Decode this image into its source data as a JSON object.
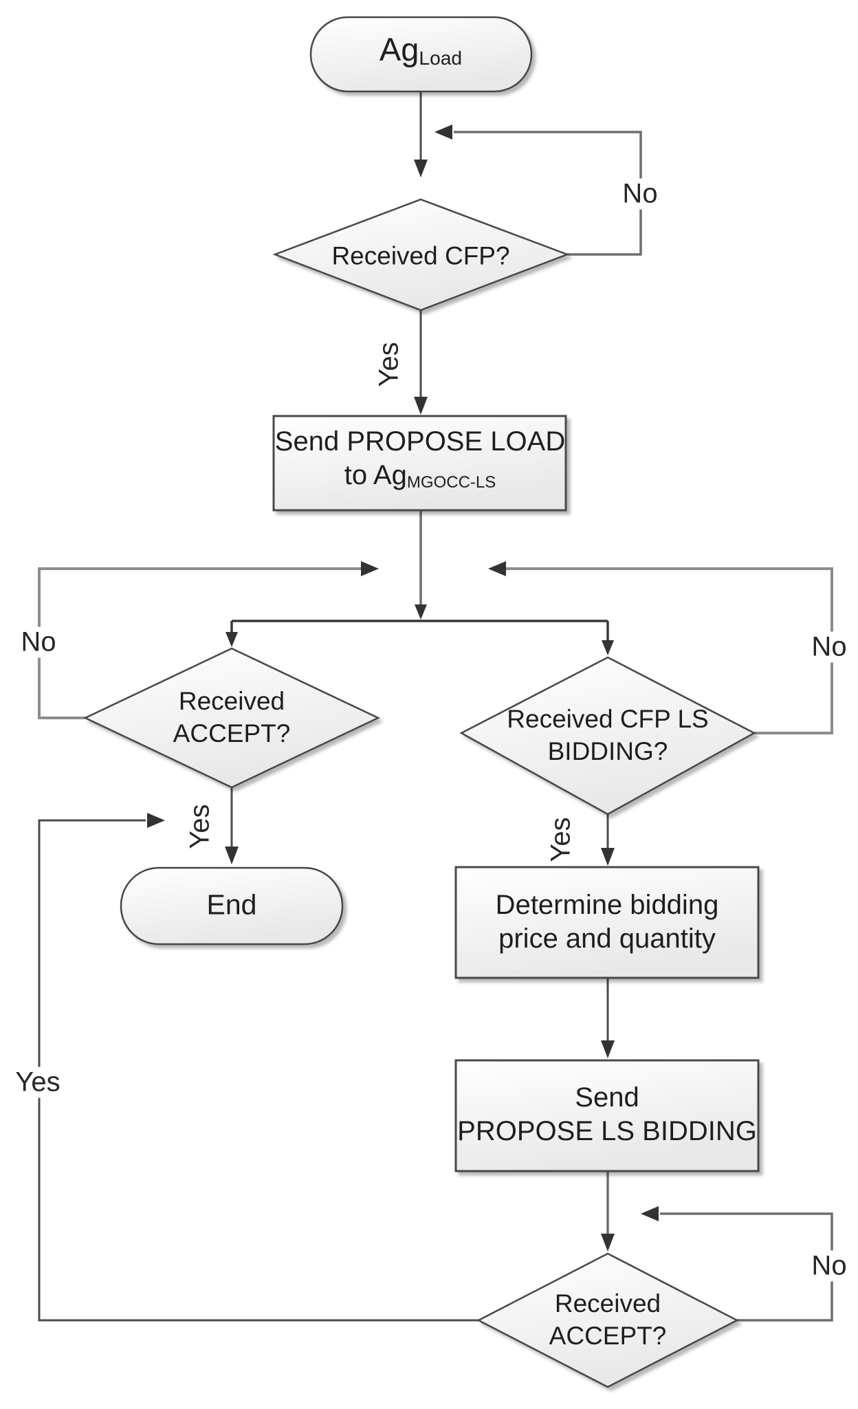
{
  "nodes": {
    "start": {
      "main": "Ag",
      "sub": "Load"
    },
    "cfp_decision": {
      "line1": "Received CFP?"
    },
    "send_propose_load": {
      "line1": "Send PROPOSE LOAD",
      "line2_main": "to Ag",
      "line2_sub": "MGOCC-LS"
    },
    "accept_decision": {
      "line1": "Received",
      "line2": "ACCEPT?"
    },
    "end_node": {
      "text": "End"
    },
    "cfp_ls_bidding_decision": {
      "line1": "Received CFP LS",
      "line2": "BIDDING?"
    },
    "determine_bidding": {
      "line1": "Determine bidding",
      "line2": "price and quantity"
    },
    "send_propose_ls_bidding": {
      "line1": "Send",
      "line2": "PROPOSE LS BIDDING"
    },
    "accept_decision_2": {
      "line1": "Received",
      "line2": "ACCEPT?"
    }
  },
  "labels": {
    "cfp_no": "No",
    "cfp_yes": "Yes",
    "accept_no": "No",
    "accept_yes": "Yes",
    "cfp_ls_no": "No",
    "cfp_ls_yes": "Yes",
    "accept2_no": "No",
    "accept2_yes": "Yes"
  },
  "colors": {
    "background": "#ffffff",
    "line": "#4b4b4b",
    "line_gray": "#8c8c8c",
    "node_border": "#464646",
    "node_fill_top": "#ffffff",
    "node_fill_bottom": "#e9e9e9",
    "text": "#1e1e1e"
  }
}
